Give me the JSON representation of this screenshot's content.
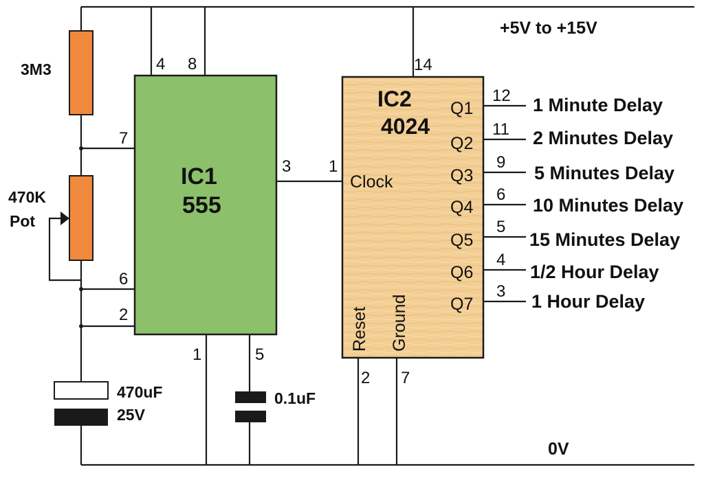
{
  "supply": {
    "positive_label": "+5V to +15V",
    "ground_label": "0V"
  },
  "components": {
    "resistor_label": "3M3",
    "pot_label_line1": "470K",
    "pot_label_line2": "Pot",
    "cap_large_value": "470uF",
    "cap_large_voltage": "25V",
    "cap_small_value": "0.1uF"
  },
  "ic1": {
    "name": "IC1",
    "part": "555",
    "pins": {
      "p4": "4",
      "p8": "8",
      "p7": "7",
      "p6": "6",
      "p2": "2",
      "p3": "3",
      "p1": "1",
      "p5": "5"
    }
  },
  "ic2": {
    "name": "IC2",
    "part": "4024",
    "clock_label": "Clock",
    "reset_label": "Reset",
    "ground_label": "Ground",
    "pins": {
      "p14": "14",
      "p1": "1",
      "p2": "2",
      "p7": "7"
    },
    "outputs": [
      {
        "q": "Q1",
        "pin": "12",
        "delay": "1 Minute Delay"
      },
      {
        "q": "Q2",
        "pin": "11",
        "delay": "2 Minutes Delay"
      },
      {
        "q": "Q3",
        "pin": "9",
        "delay": "5 Minutes Delay"
      },
      {
        "q": "Q4",
        "pin": "6",
        "delay": "10 Minutes Delay"
      },
      {
        "q": "Q5",
        "pin": "5",
        "delay": "15 Minutes Delay"
      },
      {
        "q": "Q6",
        "pin": "4",
        "delay": "1/2 Hour Delay"
      },
      {
        "q": "Q7",
        "pin": "3",
        "delay": "1 Hour Delay"
      }
    ]
  },
  "colors": {
    "ic1_fill": "#8cc06a",
    "ic2_fill": "#f3cf95",
    "resistor_fill": "#ef8a3c"
  }
}
